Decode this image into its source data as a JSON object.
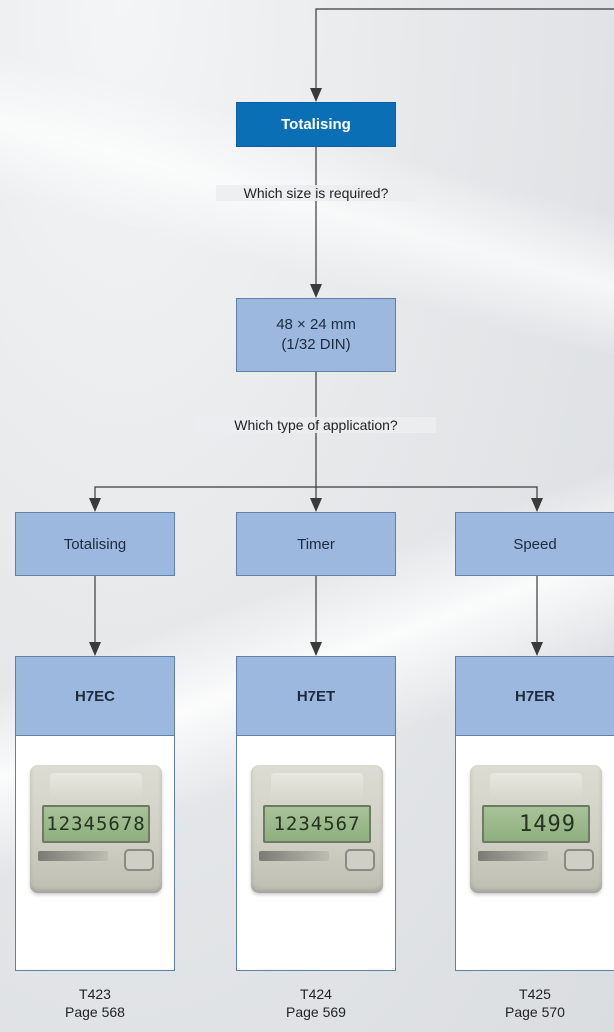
{
  "flowchart": {
    "root": {
      "label": "Totalising"
    },
    "question_1": "Which size is required?",
    "size_box": {
      "line1": "48 × 24 mm",
      "line2": "(1/32 DIN)"
    },
    "question_2": "Which type of application?",
    "applications": [
      {
        "label": "Totalising"
      },
      {
        "label": "Timer"
      },
      {
        "label": "Speed"
      }
    ],
    "products": [
      {
        "model": "H7EC",
        "display": "12345678",
        "code": "T423",
        "page": "Page 568"
      },
      {
        "model": "H7ET",
        "display": "1234567",
        "code": "T424",
        "page": "Page 569"
      },
      {
        "model": "H7ER",
        "display": "1499",
        "code": "T425",
        "page": "Page 570"
      }
    ]
  },
  "colors": {
    "root_box": "#0b6fb6",
    "node_box": "#9cb8de",
    "connector": "#3a3a3a"
  }
}
